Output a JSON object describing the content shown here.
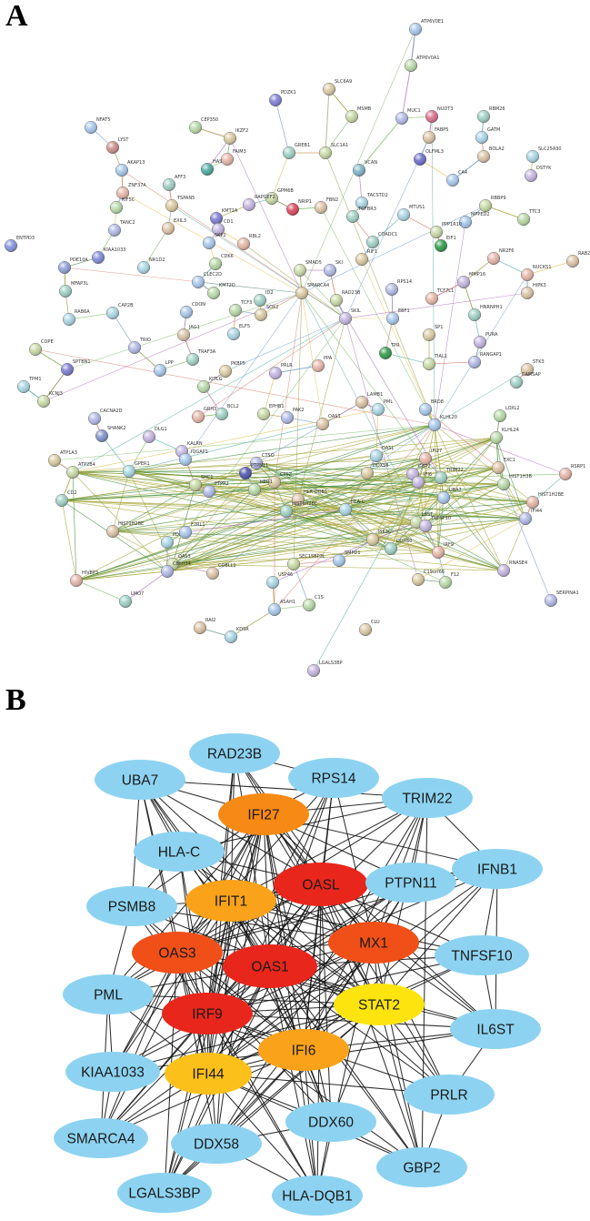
{
  "panels": {
    "a": {
      "letter": "A"
    },
    "b": {
      "letter": "B"
    }
  },
  "colors": {
    "blue_node": "#8dd3f1",
    "hub_red": "#e8261b",
    "hub_red_orange": "#f05018",
    "hub_orange": "#f78a14",
    "hub_light_orange": "#f9a21a",
    "hub_yellow_orange": "#fbc01a",
    "hub_yellow": "#fde40f",
    "edge": "#111111"
  },
  "panel_a": {
    "nodes": [
      {
        "id": "ATP6V0E1"
      },
      {
        "id": "ATP6V0A1"
      },
      {
        "id": "SLC6A9"
      },
      {
        "id": "PDZK1"
      },
      {
        "id": "NUDT3"
      },
      {
        "id": "RBM26"
      },
      {
        "id": "MSMB"
      },
      {
        "id": "MUC1"
      },
      {
        "id": "FABP5"
      },
      {
        "id": "GATM"
      },
      {
        "id": "NFAT5"
      },
      {
        "id": "CEP350"
      },
      {
        "id": "IKZF2"
      },
      {
        "id": "LYST"
      },
      {
        "id": "FAIM3"
      },
      {
        "id": "GREB1"
      },
      {
        "id": "SLC1A1"
      },
      {
        "id": "OLFML3"
      },
      {
        "id": "BOLA2"
      },
      {
        "id": "SLC25A30"
      },
      {
        "id": "AKAP13"
      },
      {
        "id": "HAS"
      },
      {
        "id": "VCAN"
      },
      {
        "id": "DSTYK"
      },
      {
        "id": "ZNF37A"
      },
      {
        "id": "AFF3"
      },
      {
        "id": "GPM6B"
      },
      {
        "id": "NRIP1"
      },
      {
        "id": "FBN2"
      },
      {
        "id": "TACSTD2"
      },
      {
        "id": "CA4"
      },
      {
        "id": "KIF5C"
      },
      {
        "id": "TSPAN5"
      },
      {
        "id": "RAPGEF2"
      },
      {
        "id": "KMT2A"
      },
      {
        "id": "TGFBR3"
      },
      {
        "id": "RBBP9"
      },
      {
        "id": "TANC2"
      },
      {
        "id": "EXIL3"
      },
      {
        "id": "MTUS1"
      },
      {
        "id": "MPPED2"
      },
      {
        "id": "TTC3"
      },
      {
        "id": "KIAA1033"
      },
      {
        "id": "CD1"
      },
      {
        "id": "RBL2"
      },
      {
        "id": "COADC1"
      },
      {
        "id": "PPP1R10"
      },
      {
        "id": "ENTPD3"
      },
      {
        "id": "PDE10A"
      },
      {
        "id": "NR1D2"
      },
      {
        "id": "SKP2"
      },
      {
        "id": "CDK6"
      },
      {
        "id": "RIF1"
      },
      {
        "id": "EIF1"
      },
      {
        "id": "NR2F6"
      },
      {
        "id": "MFAP3L"
      },
      {
        "id": "SMAD5"
      },
      {
        "id": "SKI"
      },
      {
        "id": "RAB2"
      },
      {
        "id": "CAP2B"
      },
      {
        "id": "CLEC2D"
      },
      {
        "id": "KMT2D"
      },
      {
        "id": "SMARCA4"
      },
      {
        "id": "MMP16"
      },
      {
        "id": "NUCKS1"
      },
      {
        "id": "ID2"
      },
      {
        "id": "RAD23B"
      },
      {
        "id": "RPS14"
      },
      {
        "id": "HIPK3"
      },
      {
        "id": "RAB6A"
      },
      {
        "id": "CDON"
      },
      {
        "id": "TCF3"
      },
      {
        "id": "SOX2"
      },
      {
        "id": "SKIL"
      },
      {
        "id": "TCF7L1"
      },
      {
        "id": "HNRNPH1"
      },
      {
        "id": "COPE"
      },
      {
        "id": "TRIO"
      },
      {
        "id": "JAG1"
      },
      {
        "id": "ELF5"
      },
      {
        "id": "EBF1"
      },
      {
        "id": "TPR"
      },
      {
        "id": "SP1"
      },
      {
        "id": "PURA"
      },
      {
        "id": "SPTBN1"
      },
      {
        "id": "TRAF3A"
      },
      {
        "id": "TIAL1"
      },
      {
        "id": "RANGAP1"
      },
      {
        "id": "STK3"
      },
      {
        "id": "TPM1"
      },
      {
        "id": "LPP"
      },
      {
        "id": "KITLG"
      },
      {
        "id": "PKBP5"
      },
      {
        "id": "PRLR"
      },
      {
        "id": "PPA"
      },
      {
        "id": "CAMSAP"
      },
      {
        "id": "KCNJ3"
      },
      {
        "id": "CACNA2D"
      },
      {
        "id": "LAMB1"
      },
      {
        "id": "PML"
      },
      {
        "id": "BRD8"
      },
      {
        "id": "LOXL2"
      },
      {
        "id": "SHANK2"
      },
      {
        "id": "DLG1"
      },
      {
        "id": "GRH3"
      },
      {
        "id": "BCL2"
      },
      {
        "id": "EPHB1"
      },
      {
        "id": "PAK2"
      },
      {
        "id": "OAS1"
      },
      {
        "id": "OASL"
      },
      {
        "id": "KLHL20"
      },
      {
        "id": "KLHL24"
      },
      {
        "id": "ATP1A3"
      },
      {
        "id": "KALRN"
      },
      {
        "id": "IFI27"
      },
      {
        "id": "TRIM22"
      },
      {
        "id": "ATP2B4"
      },
      {
        "id": "CTSO"
      },
      {
        "id": "EXC1"
      },
      {
        "id": "GPER1"
      },
      {
        "id": "IQGAP1"
      },
      {
        "id": "PTPN11"
      },
      {
        "id": "DDX58"
      },
      {
        "id": "GBP2"
      },
      {
        "id": "RSRP1"
      },
      {
        "id": "CD2"
      },
      {
        "id": "SHC1"
      },
      {
        "id": "PTPR2"
      },
      {
        "id": "HLA-DQB1"
      },
      {
        "id": "HLA-C"
      },
      {
        "id": "UBA7"
      },
      {
        "id": "HIST1H3B"
      },
      {
        "id": "CTSZ"
      },
      {
        "id": "IFI6"
      },
      {
        "id": "HIST1H2BE"
      },
      {
        "id": "HIST1H2BC"
      },
      {
        "id": "LSST"
      },
      {
        "id": "IFI44"
      },
      {
        "id": "HIST1H2BE"
      },
      {
        "id": "PDLIM7"
      },
      {
        "id": "F2RL1"
      },
      {
        "id": "HEG1"
      },
      {
        "id": "PIK3C"
      },
      {
        "id": "TNFSF10"
      },
      {
        "id": "IRF9"
      },
      {
        "id": "DDX60"
      },
      {
        "id": "OAS3"
      },
      {
        "id": "C8orf34"
      },
      {
        "id": "COBLL1"
      },
      {
        "id": "USP46"
      },
      {
        "id": "SMPD1"
      },
      {
        "id": "F12"
      },
      {
        "id": "C19orf66"
      },
      {
        "id": "RNASE4"
      },
      {
        "id": "HIVEP3"
      },
      {
        "id": "LMO7"
      },
      {
        "id": "SEC15BP3L"
      },
      {
        "id": "SERPINA1"
      },
      {
        "id": "RAI2"
      },
      {
        "id": "KDSR"
      },
      {
        "id": "ASAH1"
      },
      {
        "id": "C1S"
      },
      {
        "id": "CLU"
      },
      {
        "id": "LGALS3BP"
      },
      {
        "id": "LDLR"
      }
    ]
  },
  "panel_b": {
    "nodes": [
      {
        "id": "RAD23B",
        "tier": "blue"
      },
      {
        "id": "UBA7",
        "tier": "blue"
      },
      {
        "id": "RPS14",
        "tier": "blue"
      },
      {
        "id": "IFI27",
        "tier": "orange"
      },
      {
        "id": "TRIM22",
        "tier": "blue"
      },
      {
        "id": "HLA-C",
        "tier": "blue"
      },
      {
        "id": "OASL",
        "tier": "red"
      },
      {
        "id": "IFNB1",
        "tier": "blue"
      },
      {
        "id": "IFIT1",
        "tier": "light_orange"
      },
      {
        "id": "PTPN11",
        "tier": "blue"
      },
      {
        "id": "PSMB8",
        "tier": "blue"
      },
      {
        "id": "MX1",
        "tier": "red_orange"
      },
      {
        "id": "OAS3",
        "tier": "red_orange"
      },
      {
        "id": "OAS1",
        "tier": "red"
      },
      {
        "id": "TNFSF10",
        "tier": "blue"
      },
      {
        "id": "PML",
        "tier": "blue"
      },
      {
        "id": "STAT2",
        "tier": "yellow"
      },
      {
        "id": "IRF9",
        "tier": "red"
      },
      {
        "id": "IL6ST",
        "tier": "blue"
      },
      {
        "id": "IFI6",
        "tier": "light_orange"
      },
      {
        "id": "KIAA1033",
        "tier": "blue"
      },
      {
        "id": "IFI44",
        "tier": "yellow_orange"
      },
      {
        "id": "PRLR",
        "tier": "blue"
      },
      {
        "id": "DDX60",
        "tier": "blue"
      },
      {
        "id": "SMARCA4",
        "tier": "blue"
      },
      {
        "id": "DDX58",
        "tier": "blue"
      },
      {
        "id": "GBP2",
        "tier": "blue"
      },
      {
        "id": "LGALS3BP",
        "tier": "blue"
      },
      {
        "id": "HLA-DQB1",
        "tier": "blue"
      }
    ]
  }
}
